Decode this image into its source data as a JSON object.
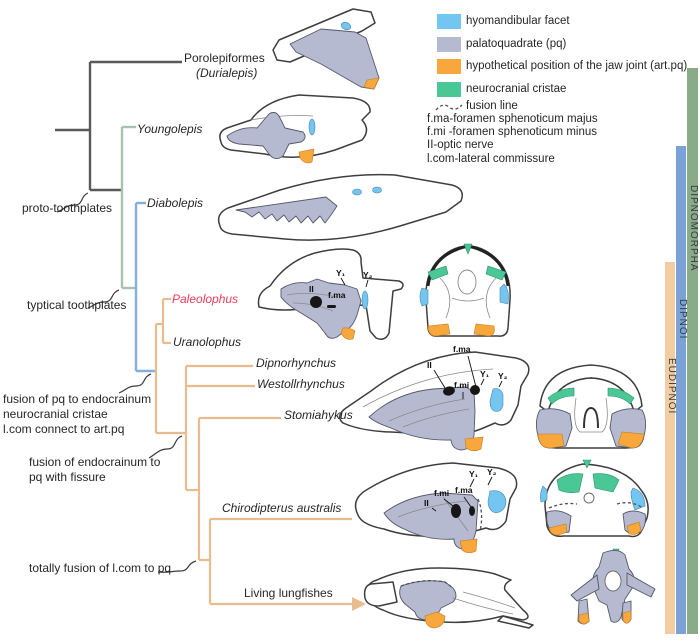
{
  "legend": {
    "swatches": [
      {
        "label": "hyomandibular facet",
        "color": "#74c6f2"
      },
      {
        "label": "palatoquadrate (pq)",
        "color": "#b6bad1"
      },
      {
        "label": "hypothetical position of the jaw joint (art.pq)",
        "color": "#f7a73c"
      },
      {
        "label": "neurocranial cristae",
        "color": "#49c795"
      }
    ],
    "fusion_line_label": "fusion line",
    "abbreviations": [
      "f.ma-foramen sphenoticum majus",
      "f.mi -foramen sphenoticum minus",
      "II-optic nerve",
      "l.com-lateral commissure"
    ]
  },
  "tree": {
    "taxa": [
      {
        "name": "Porolepiformes",
        "subname": "(Durialepis)"
      },
      {
        "name": "Youngolepis"
      },
      {
        "name": "Diabolepis"
      },
      {
        "name": "Paleolophus"
      },
      {
        "name": "Uranolophus"
      },
      {
        "name": "Dipnorhynchus"
      },
      {
        "name": "Westollrhynchus"
      },
      {
        "name": "Stomiahykus"
      },
      {
        "name": "Chirodipterus australis"
      },
      {
        "name": "Living lungfishes"
      }
    ],
    "paleolophus_color": "#ed3a5e",
    "nodes": [
      {
        "lines": [
          "proto-toothplates"
        ]
      },
      {
        "lines": [
          "typtical toothplates"
        ]
      },
      {
        "lines": [
          "fusion of pq to endocrainum",
          "neurocranial cristae",
          "l.com connect to art.pq"
        ]
      },
      {
        "lines": [
          "fusion of endocrainum to",
          "pq with fissure"
        ]
      },
      {
        "lines": [
          "totally fusion of l.com to pq"
        ]
      }
    ],
    "branch_colors": {
      "root": "#58595b",
      "proto_clade": "#a8c3ad",
      "typical_clade": "#85aede",
      "dipnoi_clade": "#e9bc8e"
    }
  },
  "clade_bars": [
    {
      "label": "DIPNOMORPHA",
      "color": "#8aab87"
    },
    {
      "label": "DIPNOI",
      "color": "#7aa2d6"
    },
    {
      "label": "EUDIPNOI",
      "color": "#f3cda2"
    }
  ],
  "skull_labels": {
    "ii": "II",
    "fma": "f.ma",
    "fmi": "f.mi",
    "y1": "Y₁",
    "y2": "Y₂"
  }
}
